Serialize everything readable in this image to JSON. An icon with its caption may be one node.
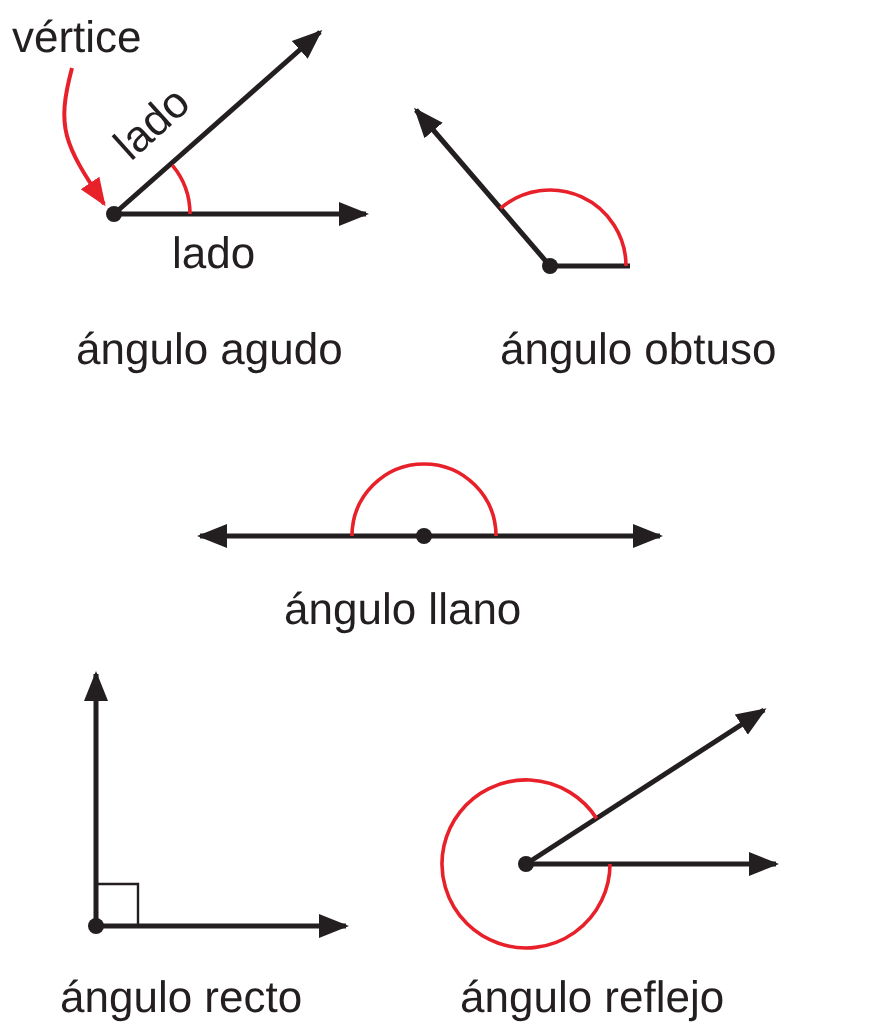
{
  "diagram": {
    "nodes": [
      {
        "text": [
          "vértice"
        ]
      },
      {
        "text": [],
        "shape": "circle"
      }
    ],
    "edges": [
      {
        "from": 0,
        "to": 1,
        "arrow": "to",
        "color": "#e8202a"
      }
    ],
    "labels": [
      "lado",
      "lado",
      "ángulo agudo",
      "ángulo obtuso",
      "ángulo llano",
      "ángulo recto",
      "ángulo reflejo"
    ]
  }
}
